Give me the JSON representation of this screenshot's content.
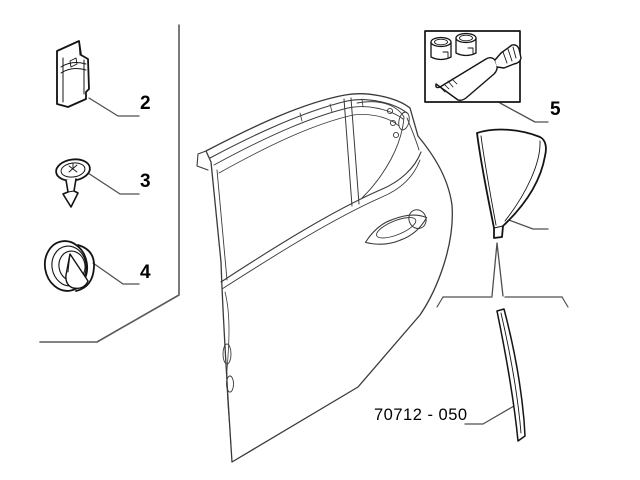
{
  "canvas": {
    "background": "#ffffff",
    "part_line_color": "#141414",
    "door_line_color": "#3a3a3a",
    "leader_line_color": "#555555",
    "text_color": "#000000"
  },
  "diagram": {
    "drawing_code": "70712 - 050",
    "callouts": [
      {
        "number": "2",
        "part_name": "retaining-clip"
      },
      {
        "number": "3",
        "part_name": "push-pin-rivet"
      },
      {
        "number": "4",
        "part_name": "sealing-grommet"
      },
      {
        "number": "5",
        "part_name": "adhesive-primer-kit"
      }
    ],
    "illustrated_parts": [
      "retaining-clip",
      "push-pin-rivet",
      "sealing-grommet",
      "adhesive-primer-kit",
      "rear-door-panel",
      "quarter-window-trim",
      "belt-weatherstrip"
    ]
  }
}
